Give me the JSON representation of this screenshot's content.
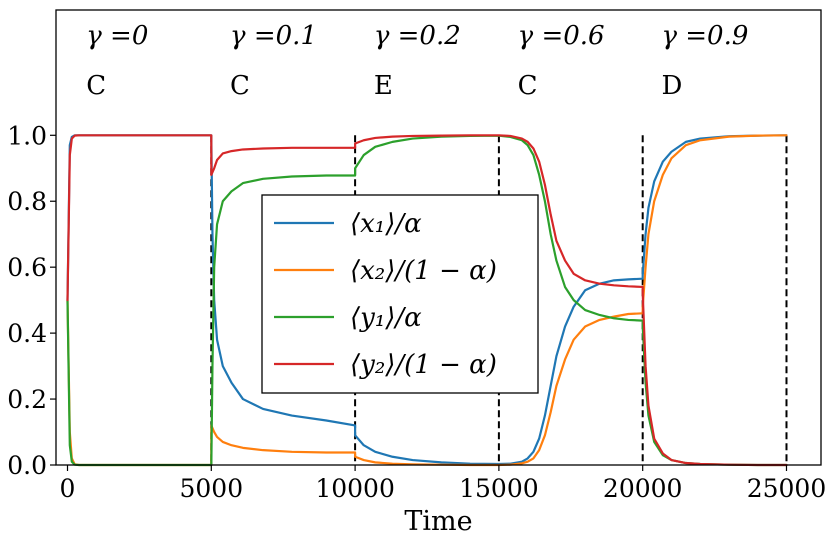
{
  "chart_data": {
    "type": "line",
    "title": "",
    "xlabel": "Time",
    "ylabel": "",
    "xlim": [
      -400,
      26200
    ],
    "ylim": [
      0.0,
      1.38
    ],
    "xticks": [
      0,
      5000,
      10000,
      15000,
      20000,
      25000
    ],
    "xtick_labels": [
      "0",
      "5000",
      "10000",
      "15000",
      "20000",
      "25000"
    ],
    "yticks": [
      0.0,
      0.2,
      0.4,
      0.6,
      0.8,
      1.0
    ],
    "ytick_labels": [
      "0.0",
      "0.2",
      "0.4",
      "0.6",
      "0.8",
      "1.0"
    ],
    "grid": false,
    "legend_placement": "center",
    "phase_boundaries": [
      5000,
      10000,
      15000,
      20000,
      25000
    ],
    "phases": [
      {
        "x": 1000,
        "gamma": "γ =0",
        "regime": "C"
      },
      {
        "x": 6000,
        "gamma": "γ =0.1",
        "regime": "C"
      },
      {
        "x": 11000,
        "gamma": "γ =0.2",
        "regime": "E"
      },
      {
        "x": 16000,
        "gamma": "γ =0.6",
        "regime": "C"
      },
      {
        "x": 21000,
        "gamma": "γ =0.9",
        "regime": "D"
      }
    ],
    "series": [
      {
        "name": "⟨x₁⟩/α",
        "color": "#1f77b4",
        "x": [
          0,
          80,
          150,
          250,
          400,
          5000,
          5001,
          5040,
          5100,
          5200,
          5400,
          5700,
          6100,
          6800,
          7800,
          9000,
          10000,
          10001,
          10300,
          10700,
          11300,
          12000,
          13000,
          14000,
          15000,
          15400,
          15800,
          16000,
          16200,
          16400,
          16600,
          16800,
          17000,
          17300,
          17600,
          18000,
          18500,
          19000,
          19500,
          20000,
          20001,
          20100,
          20200,
          20400,
          20700,
          21000,
          21500,
          22000,
          23000,
          24000,
          25000
        ],
        "y": [
          0.5,
          0.97,
          0.995,
          1.0,
          1.0,
          1.0,
          0.99,
          0.7,
          0.5,
          0.38,
          0.3,
          0.25,
          0.2,
          0.17,
          0.15,
          0.135,
          0.12,
          0.09,
          0.06,
          0.04,
          0.025,
          0.015,
          0.008,
          0.004,
          0.003,
          0.004,
          0.01,
          0.02,
          0.04,
          0.08,
          0.15,
          0.24,
          0.33,
          0.42,
          0.48,
          0.53,
          0.55,
          0.56,
          0.563,
          0.565,
          0.58,
          0.7,
          0.78,
          0.86,
          0.92,
          0.95,
          0.98,
          0.99,
          0.997,
          0.999,
          1.0
        ]
      },
      {
        "name": "⟨x₂⟩/(1 − α)",
        "color": "#ff7f0e",
        "x": [
          0,
          80,
          150,
          250,
          400,
          5000,
          5001,
          5100,
          5200,
          5400,
          5700,
          6100,
          6800,
          7800,
          9000,
          10000,
          10001,
          10300,
          10700,
          11300,
          12000,
          13000,
          14000,
          15000,
          15400,
          15800,
          16000,
          16200,
          16400,
          16600,
          16800,
          17000,
          17300,
          17600,
          18000,
          18500,
          19000,
          19500,
          20000,
          20001,
          20100,
          20200,
          20400,
          20700,
          21000,
          21500,
          22000,
          23000,
          24000,
          25000
        ],
        "y": [
          0.5,
          0.1,
          0.02,
          0.002,
          0.0,
          0.0,
          0.12,
          0.1,
          0.085,
          0.07,
          0.06,
          0.052,
          0.045,
          0.04,
          0.038,
          0.038,
          0.025,
          0.015,
          0.008,
          0.004,
          0.002,
          0.001,
          0.0,
          0.0,
          0.001,
          0.005,
          0.01,
          0.02,
          0.045,
          0.09,
          0.16,
          0.24,
          0.32,
          0.38,
          0.42,
          0.44,
          0.45,
          0.458,
          0.46,
          0.48,
          0.6,
          0.7,
          0.8,
          0.88,
          0.93,
          0.97,
          0.985,
          0.996,
          0.999,
          1.0
        ]
      },
      {
        "name": "⟨y₁⟩/α",
        "color": "#2ca02c",
        "x": [
          0,
          80,
          150,
          250,
          400,
          5000,
          5001,
          5040,
          5100,
          5200,
          5400,
          5700,
          6100,
          6800,
          7800,
          9000,
          10000,
          10001,
          10300,
          10700,
          11300,
          12000,
          13000,
          14000,
          15000,
          15400,
          15800,
          16000,
          16200,
          16400,
          16600,
          16800,
          17000,
          17300,
          17600,
          18000,
          18500,
          19000,
          19500,
          20000,
          20001,
          20100,
          20200,
          20400,
          20700,
          21000,
          21500,
          22000,
          23000,
          24000,
          25000
        ],
        "y": [
          0.5,
          0.06,
          0.01,
          0.001,
          0.0,
          0.0,
          0.0,
          0.3,
          0.6,
          0.73,
          0.8,
          0.83,
          0.855,
          0.868,
          0.875,
          0.878,
          0.878,
          0.9,
          0.94,
          0.965,
          0.98,
          0.99,
          0.996,
          0.998,
          0.999,
          0.995,
          0.985,
          0.97,
          0.94,
          0.88,
          0.8,
          0.7,
          0.62,
          0.54,
          0.5,
          0.47,
          0.455,
          0.445,
          0.44,
          0.438,
          0.42,
          0.25,
          0.15,
          0.07,
          0.03,
          0.015,
          0.006,
          0.003,
          0.001,
          0.0,
          0.0
        ]
      },
      {
        "name": "⟨y₂⟩/(1 − α)",
        "color": "#d62728",
        "x": [
          0,
          80,
          150,
          250,
          400,
          5000,
          5001,
          5100,
          5200,
          5400,
          5700,
          6100,
          6800,
          7800,
          9000,
          10000,
          10001,
          10300,
          10700,
          11300,
          12000,
          13000,
          14000,
          15000,
          15400,
          15800,
          16000,
          16200,
          16400,
          16600,
          16800,
          17000,
          17300,
          17600,
          18000,
          18500,
          19000,
          19500,
          20000,
          20001,
          20100,
          20200,
          20400,
          20700,
          21000,
          21500,
          22000,
          23000,
          24000,
          25000
        ],
        "y": [
          0.5,
          0.94,
          0.99,
          0.999,
          1.0,
          1.0,
          0.88,
          0.9,
          0.925,
          0.945,
          0.952,
          0.957,
          0.96,
          0.962,
          0.962,
          0.962,
          0.975,
          0.985,
          0.992,
          0.996,
          0.998,
          0.999,
          1.0,
          1.0,
          0.998,
          0.99,
          0.98,
          0.96,
          0.92,
          0.85,
          0.76,
          0.68,
          0.62,
          0.58,
          0.56,
          0.55,
          0.545,
          0.542,
          0.54,
          0.52,
          0.3,
          0.18,
          0.08,
          0.035,
          0.015,
          0.006,
          0.003,
          0.001,
          0.0,
          0.0
        ]
      }
    ]
  }
}
